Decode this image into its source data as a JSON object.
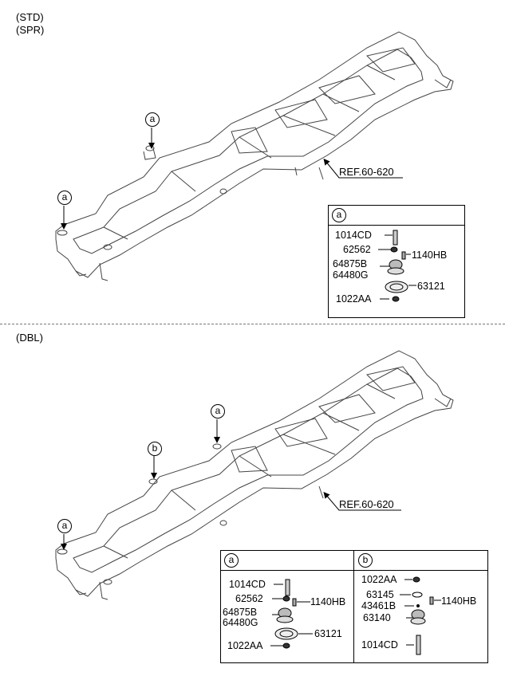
{
  "sections": {
    "std": "(STD)",
    "spr": "(SPR)",
    "dbl": "(DBL)"
  },
  "callouts": {
    "a": "a",
    "b": "b"
  },
  "ref_label": "REF.60-620",
  "box_std_a": {
    "header": "a",
    "parts": [
      "1014CD",
      "62562",
      "1140HB",
      "64875B",
      "64480G",
      "63121",
      "1022AA"
    ]
  },
  "box_dbl_a": {
    "header": "a",
    "parts": [
      "1014CD",
      "62562",
      "1140HB",
      "64875B",
      "64480G",
      "63121",
      "1022AA"
    ]
  },
  "box_dbl_b": {
    "header": "b",
    "parts": [
      "1022AA",
      "63145",
      "43461B",
      "1140HB",
      "63140",
      "1014CD"
    ]
  }
}
